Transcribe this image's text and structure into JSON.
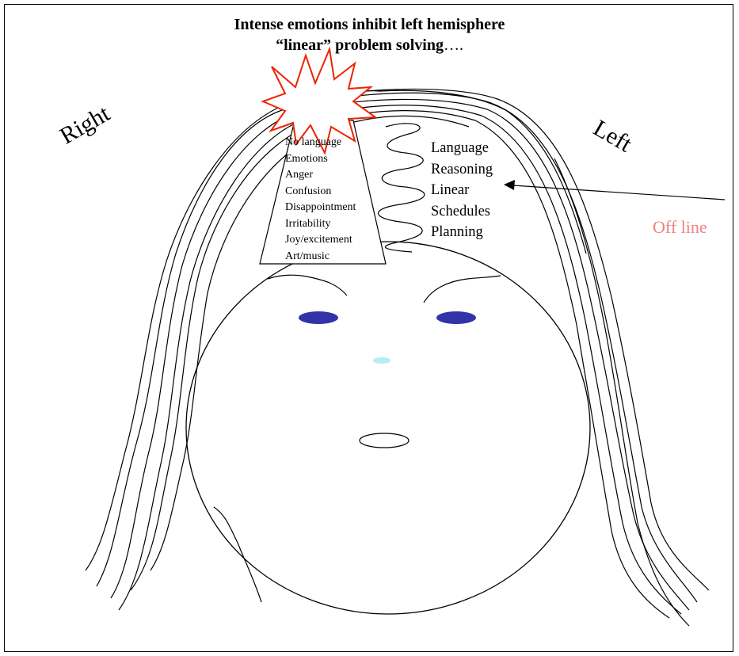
{
  "title": {
    "line1": "Intense emotions inhibit left hemisphere",
    "line2_quoted": "“linear”",
    "line2_rest": " problem solving",
    "line2_trail": "…."
  },
  "labels": {
    "right": "Right",
    "left": "Left",
    "off_line": "Off line"
  },
  "right_hemisphere_items": [
    "No language",
    "Emotions",
    "Anger",
    "Confusion",
    "Disappointment",
    "Irritability",
    "Joy/excitement",
    "Art/music"
  ],
  "left_hemisphere_items": [
    "Language",
    "Reasoning",
    "Linear",
    "Schedules",
    "Planning"
  ],
  "colors": {
    "burst_outline": "#ee2200",
    "eyes": "#3333a8",
    "nose": "#b8ecf4",
    "off_line_text": "#f08080",
    "line": "#000000"
  }
}
